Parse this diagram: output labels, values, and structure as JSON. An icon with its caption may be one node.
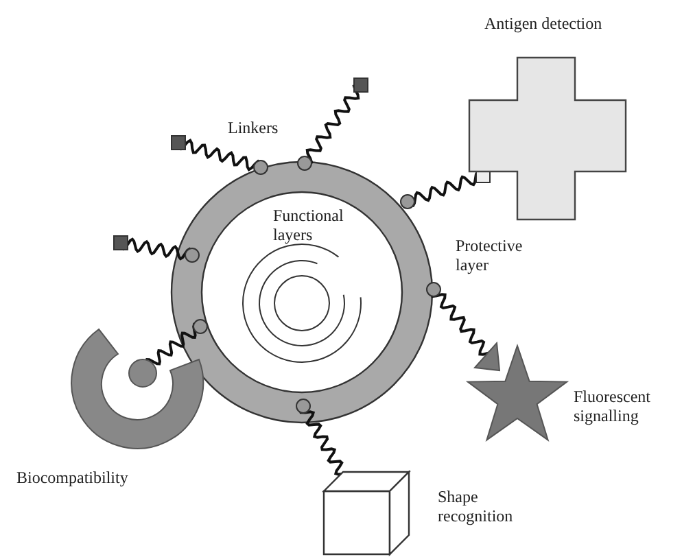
{
  "diagram": {
    "labels": [
      "Antigen detection",
      "Linkers",
      "Functional layers",
      "Protective layer",
      "Fluorescent signalling",
      "Biocompatibility",
      "Shape recognition"
    ]
  }
}
